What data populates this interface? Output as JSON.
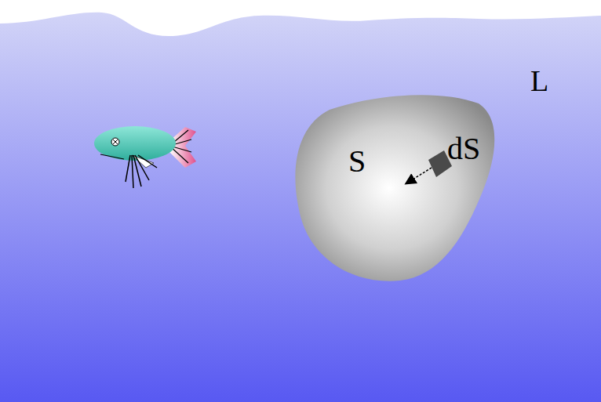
{
  "diagram": {
    "nodes": [
      {
        "text": [
          "L"
        ]
      },
      {
        "text": [
          "S",
          "dS"
        ],
        "in": 0
      }
    ]
  }
}
